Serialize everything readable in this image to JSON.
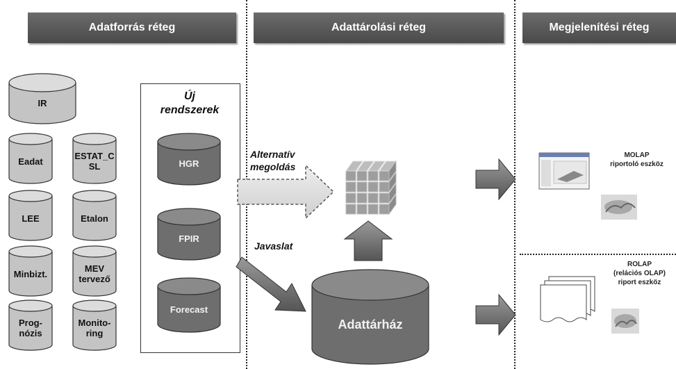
{
  "headers": {
    "source": "Adatforrás réteg",
    "storage": "Adattárolási réteg",
    "presentation": "Megjelenítési réteg"
  },
  "sources": [
    "IR",
    "Eadat",
    "ESTAT_C SL",
    "LEE",
    "Etalon",
    "Minbizt.",
    "MEV tervező",
    "Prog-nózis",
    "Monito-ring"
  ],
  "new_systems": {
    "title_line1": "Új",
    "title_line2": "rendszerek",
    "items": [
      "HGR",
      "FPIR",
      "Forecast"
    ]
  },
  "arrows": {
    "alternative_line1": "Alternatív",
    "alternative_line2": "megoldás",
    "proposal": "Javaslat"
  },
  "warehouse": "Adattárház",
  "tools": {
    "molap_line1": "MOLAP",
    "molap_line2": "riportoló eszköz",
    "rolap_line1": "ROLAP",
    "rolap_line2": "(relációs OLAP)",
    "rolap_line3": "riport eszköz"
  },
  "colors": {
    "light_cyl": "#c4c4c4",
    "dark_cyl": "#6e6e6e",
    "banner": "#5a5a5a"
  }
}
